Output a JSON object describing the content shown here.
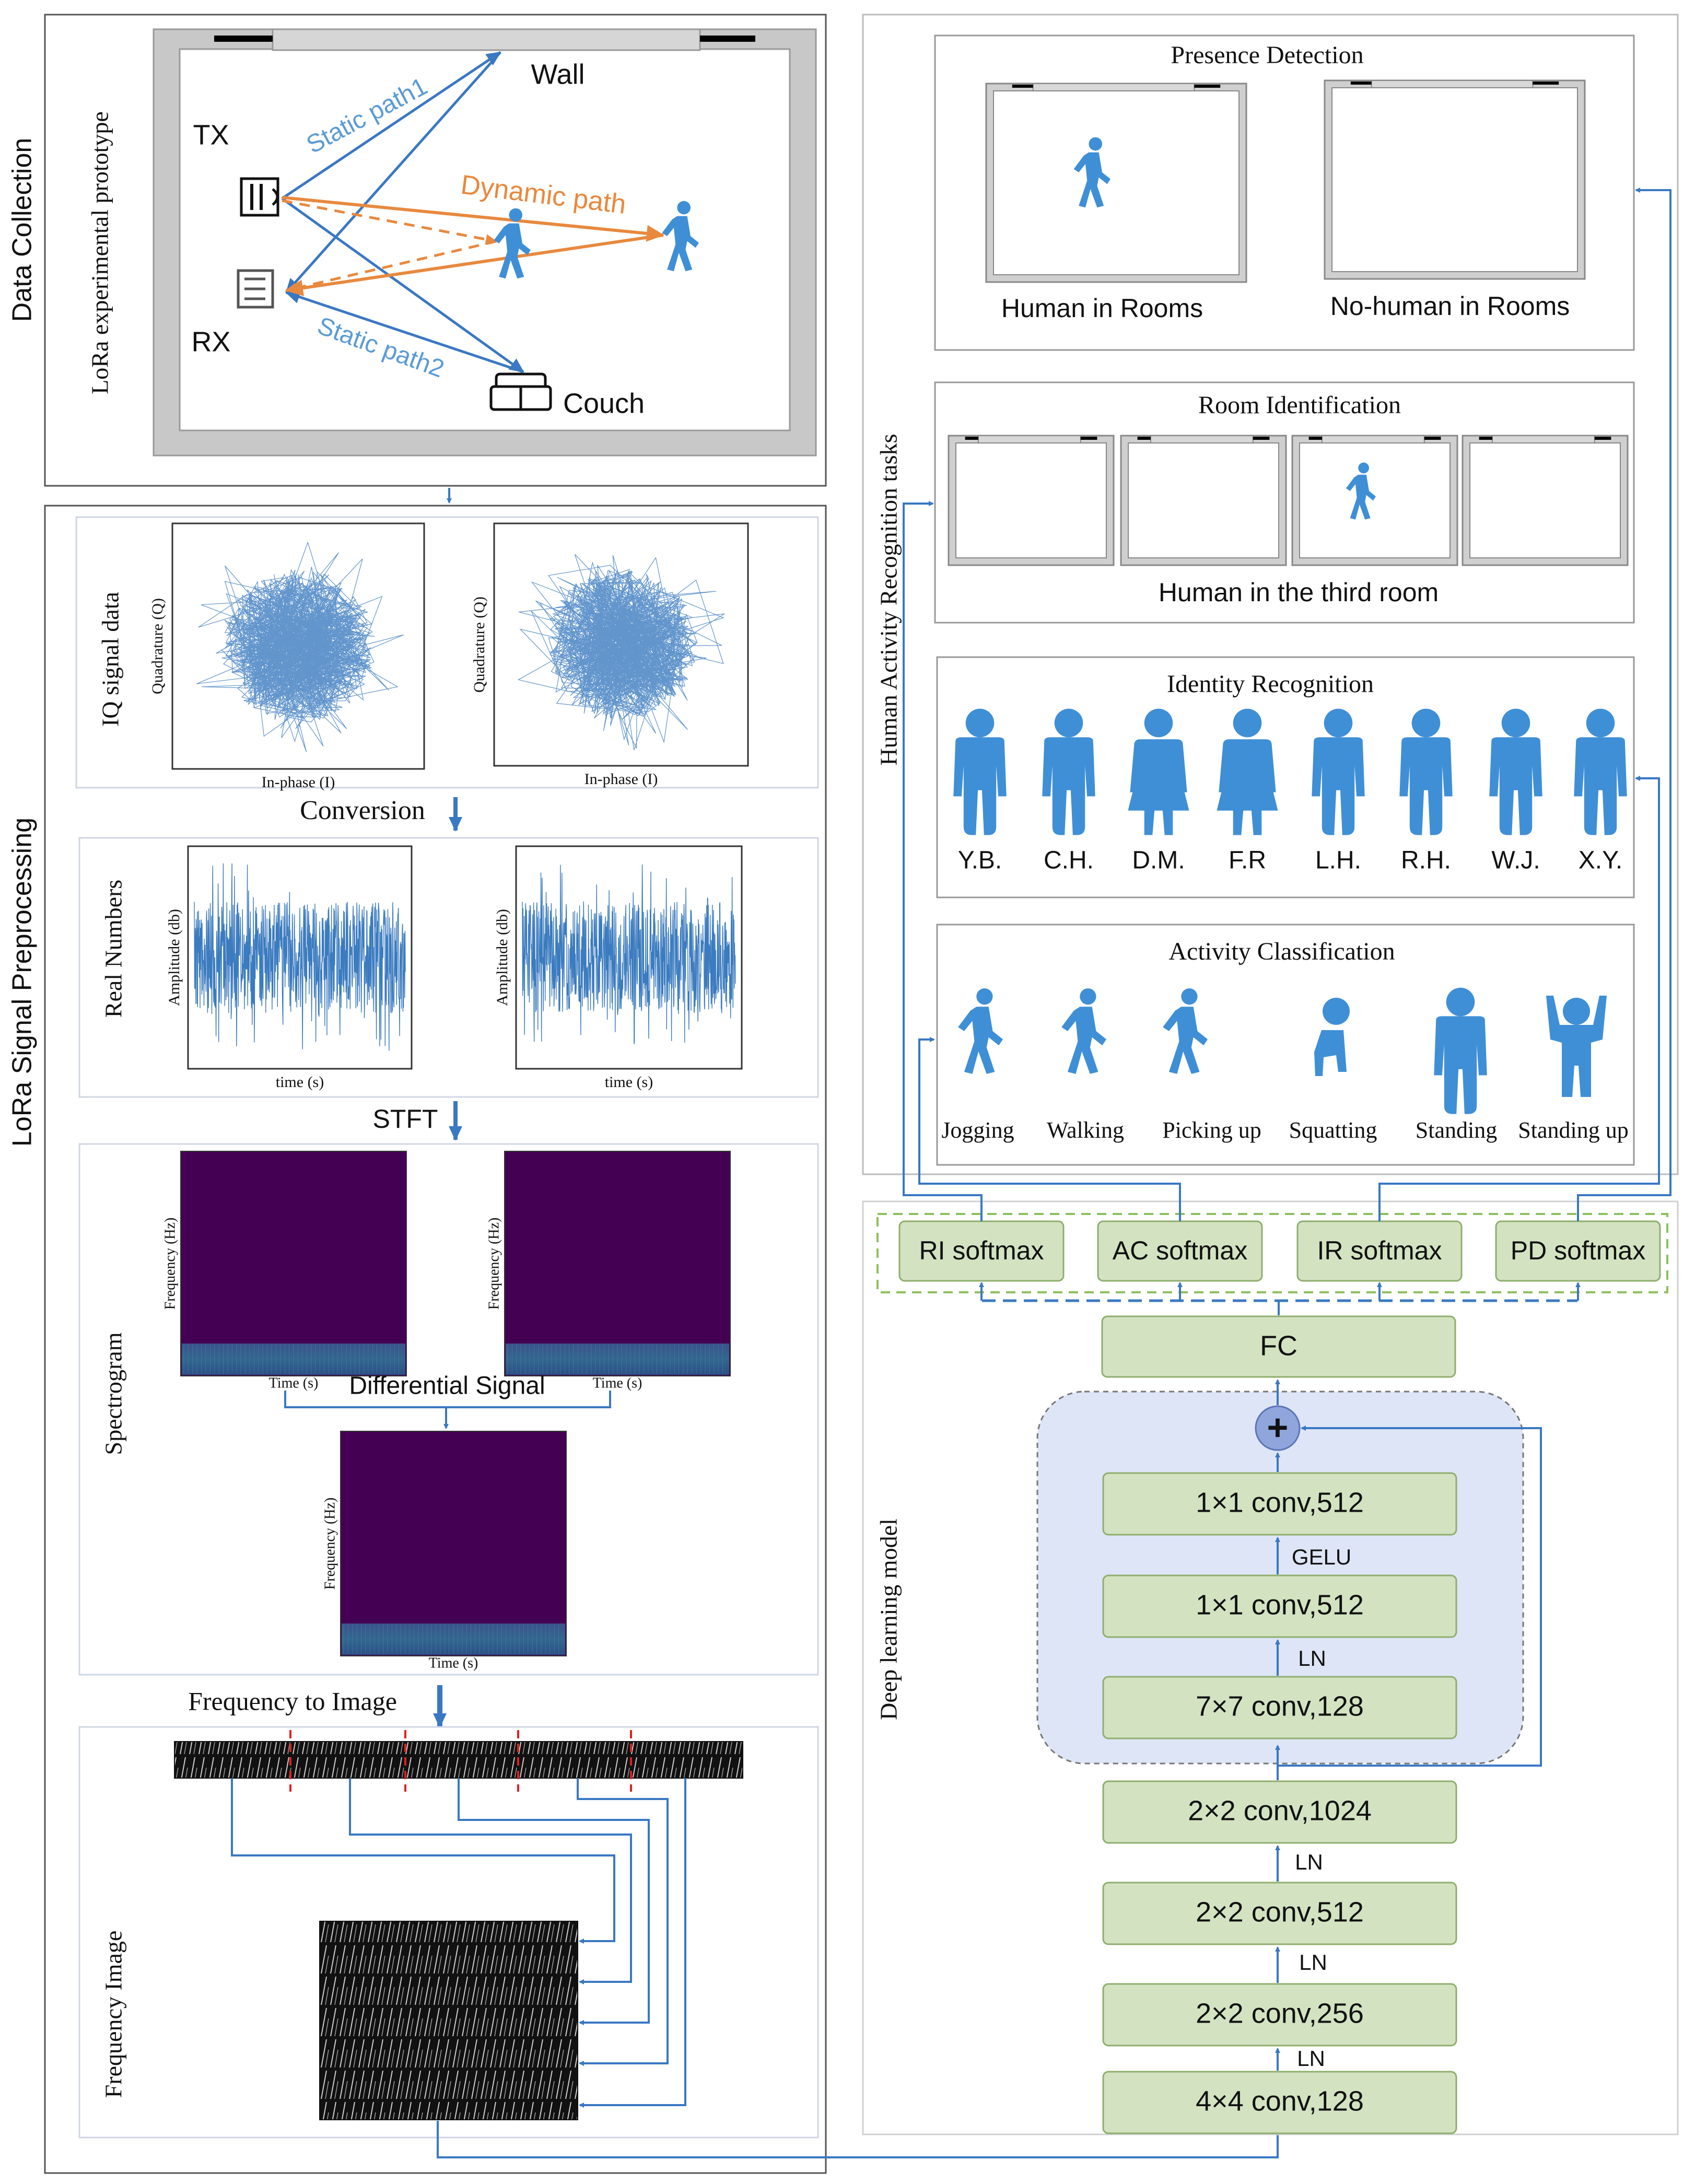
{
  "data_collection": {
    "section_title": "Data Collection",
    "prototype_label": "LoRa experimental prototype",
    "wall": "Wall",
    "tx": "TX",
    "rx": "RX",
    "couch": "Couch",
    "static_path1": "Static path1",
    "static_path2": "Static path2",
    "dynamic_path": "Dynamic path"
  },
  "preprocessing": {
    "section_title": "LoRa Signal Preprocessing",
    "iq": {
      "row_label": "IQ signal data",
      "x_axis": "In-phase (I)",
      "y_axis": "Quadrature (Q)"
    },
    "conversion": "Conversion",
    "real": {
      "row_label": "Real Numbers",
      "x_axis": "time (s)",
      "y_axis": "Amplitude (db)"
    },
    "stft": "STFT",
    "spectrogram": {
      "row_label": "Spectrogram",
      "x_axis": "Time (s)",
      "y_axis": "Frequency (Hz)",
      "differential": "Differential Signal"
    },
    "freq_to_image": "Frequency to Image",
    "freq_image_label": "Frequency Image"
  },
  "tasks": {
    "section_title": "Human Activity Recognition tasks",
    "presence": {
      "title": "Presence Detection",
      "human": "Human in Rooms",
      "no_human": "No-human in Rooms"
    },
    "room": {
      "title": "Room Identification",
      "caption": "Human in the third room"
    },
    "identity": {
      "title": "Identity Recognition",
      "people": [
        "Y.B.",
        "C.H.",
        "D.M.",
        "F.R",
        "L.H.",
        "R.H.",
        "W.J.",
        "X.Y."
      ]
    },
    "activity": {
      "title": "Activity Classification",
      "items": [
        "Jogging",
        "Walking",
        "Picking up",
        "Squatting",
        "Standing",
        "Standing up"
      ]
    }
  },
  "model": {
    "section_title": "Deep learning model",
    "heads": [
      "RI softmax",
      "AC softmax",
      "IR softmax",
      "PD softmax"
    ],
    "fc": "FC",
    "plus": "+",
    "block": [
      "1×1 conv,512",
      "1×1 conv,512",
      "7×7 conv,128"
    ],
    "block_acts": [
      "GELU",
      "LN"
    ],
    "stem": [
      "2×2 conv,1024",
      "2×2 conv,512",
      "2×2 conv,256",
      "4×4 conv,128"
    ],
    "stem_acts": [
      "LN",
      "LN",
      "LN"
    ]
  },
  "colors": {
    "accent_blue": "#3a78c3",
    "person_blue": "#3f8fd6",
    "dynamic_orange": "#e8893e",
    "box_green": "#d3e3c1",
    "box_green_border": "#8fae6e",
    "block_bg": "#dee5f6",
    "spectrogram_purple": "#440154"
  }
}
